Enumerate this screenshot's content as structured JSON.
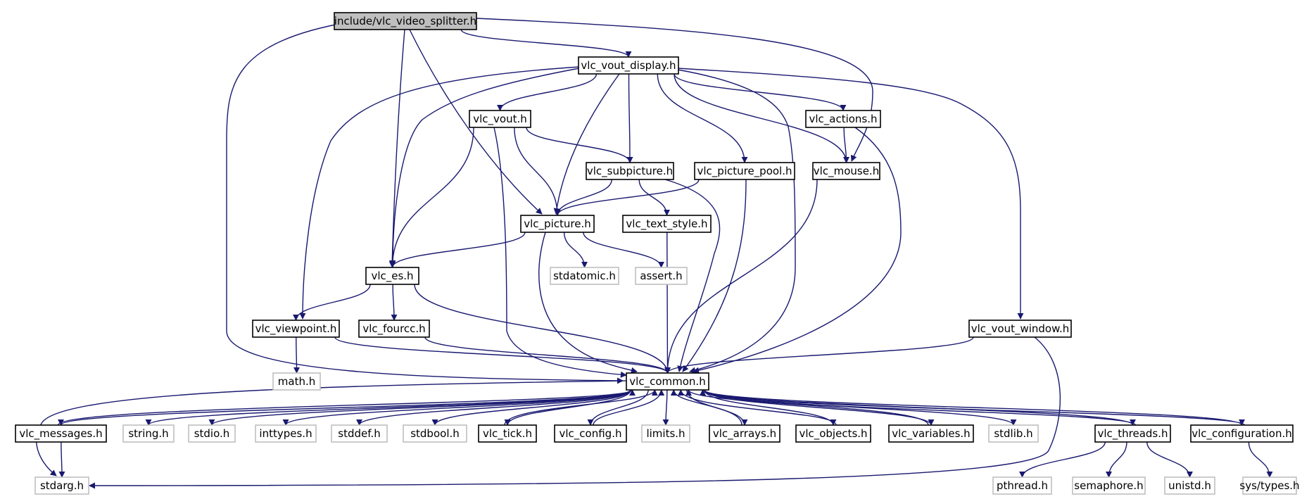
{
  "diagram_title": "",
  "colors": {
    "edge": "#191970",
    "root_fill": "#bfbfbf",
    "box_border": "#000000",
    "missing_border": "#bfbfbf"
  },
  "nodes": [
    {
      "id": "root",
      "label": "include/vlc_video_splitter.h",
      "kind": "root"
    },
    {
      "id": "vout_display",
      "label": "vlc_vout_display.h",
      "kind": "header"
    },
    {
      "id": "vout",
      "label": "vlc_vout.h",
      "kind": "header"
    },
    {
      "id": "actions",
      "label": "vlc_actions.h",
      "kind": "header"
    },
    {
      "id": "subpicture",
      "label": "vlc_subpicture.h",
      "kind": "header"
    },
    {
      "id": "picture_pool",
      "label": "vlc_picture_pool.h",
      "kind": "header"
    },
    {
      "id": "mouse",
      "label": "vlc_mouse.h",
      "kind": "header"
    },
    {
      "id": "picture",
      "label": "vlc_picture.h",
      "kind": "header"
    },
    {
      "id": "text_style",
      "label": "vlc_text_style.h",
      "kind": "header"
    },
    {
      "id": "es",
      "label": "vlc_es.h",
      "kind": "header"
    },
    {
      "id": "stdatomic",
      "label": "stdatomic.h",
      "kind": "system"
    },
    {
      "id": "assert",
      "label": "assert.h",
      "kind": "system"
    },
    {
      "id": "viewpoint",
      "label": "vlc_viewpoint.h",
      "kind": "header"
    },
    {
      "id": "fourcc",
      "label": "vlc_fourcc.h",
      "kind": "header"
    },
    {
      "id": "vout_window",
      "label": "vlc_vout_window.h",
      "kind": "header"
    },
    {
      "id": "math",
      "label": "math.h",
      "kind": "system"
    },
    {
      "id": "common",
      "label": "vlc_common.h",
      "kind": "header"
    },
    {
      "id": "messages",
      "label": "vlc_messages.h",
      "kind": "header"
    },
    {
      "id": "string",
      "label": "string.h",
      "kind": "system"
    },
    {
      "id": "stdio",
      "label": "stdio.h",
      "kind": "system"
    },
    {
      "id": "inttypes",
      "label": "inttypes.h",
      "kind": "system"
    },
    {
      "id": "stddef",
      "label": "stddef.h",
      "kind": "system"
    },
    {
      "id": "stdbool",
      "label": "stdbool.h",
      "kind": "system"
    },
    {
      "id": "tick",
      "label": "vlc_tick.h",
      "kind": "header"
    },
    {
      "id": "config",
      "label": "vlc_config.h",
      "kind": "header"
    },
    {
      "id": "limits",
      "label": "limits.h",
      "kind": "system"
    },
    {
      "id": "arrays",
      "label": "vlc_arrays.h",
      "kind": "header"
    },
    {
      "id": "objects",
      "label": "vlc_objects.h",
      "kind": "header"
    },
    {
      "id": "variables",
      "label": "vlc_variables.h",
      "kind": "header"
    },
    {
      "id": "stdlib",
      "label": "stdlib.h",
      "kind": "system"
    },
    {
      "id": "threads",
      "label": "vlc_threads.h",
      "kind": "header"
    },
    {
      "id": "configuration",
      "label": "vlc_configuration.h",
      "kind": "header"
    },
    {
      "id": "stdarg",
      "label": "stdarg.h",
      "kind": "system"
    },
    {
      "id": "pthread",
      "label": "pthread.h",
      "kind": "system"
    },
    {
      "id": "semaphore",
      "label": "semaphore.h",
      "kind": "system"
    },
    {
      "id": "unistd",
      "label": "unistd.h",
      "kind": "system"
    },
    {
      "id": "systypes",
      "label": "sys/types.h",
      "kind": "system"
    }
  ],
  "edges": [
    {
      "from": "root",
      "to": "vout_display"
    },
    {
      "from": "root",
      "to": "mouse"
    },
    {
      "from": "root",
      "to": "es"
    },
    {
      "from": "root",
      "to": "picture"
    },
    {
      "from": "root",
      "to": "common"
    },
    {
      "from": "vout_display",
      "to": "vout"
    },
    {
      "from": "vout_display",
      "to": "actions"
    },
    {
      "from": "vout_display",
      "to": "subpicture"
    },
    {
      "from": "vout_display",
      "to": "picture_pool"
    },
    {
      "from": "vout_display",
      "to": "mouse"
    },
    {
      "from": "vout_display",
      "to": "picture"
    },
    {
      "from": "vout_display",
      "to": "es"
    },
    {
      "from": "vout_display",
      "to": "viewpoint"
    },
    {
      "from": "vout_display",
      "to": "vout_window"
    },
    {
      "from": "vout_display",
      "to": "common"
    },
    {
      "from": "vout",
      "to": "subpicture"
    },
    {
      "from": "vout",
      "to": "picture"
    },
    {
      "from": "vout",
      "to": "es"
    },
    {
      "from": "vout",
      "to": "common"
    },
    {
      "from": "actions",
      "to": "mouse"
    },
    {
      "from": "actions",
      "to": "common"
    },
    {
      "from": "subpicture",
      "to": "picture"
    },
    {
      "from": "subpicture",
      "to": "text_style"
    },
    {
      "from": "subpicture",
      "to": "common"
    },
    {
      "from": "picture_pool",
      "to": "picture"
    },
    {
      "from": "picture_pool",
      "to": "common"
    },
    {
      "from": "mouse",
      "to": "common"
    },
    {
      "from": "picture",
      "to": "es"
    },
    {
      "from": "picture",
      "to": "stdatomic"
    },
    {
      "from": "picture",
      "to": "assert"
    },
    {
      "from": "picture",
      "to": "common"
    },
    {
      "from": "text_style",
      "to": "common"
    },
    {
      "from": "es",
      "to": "viewpoint"
    },
    {
      "from": "es",
      "to": "fourcc"
    },
    {
      "from": "es",
      "to": "common"
    },
    {
      "from": "viewpoint",
      "to": "math"
    },
    {
      "from": "viewpoint",
      "to": "common"
    },
    {
      "from": "fourcc",
      "to": "common"
    },
    {
      "from": "vout_window",
      "to": "common"
    },
    {
      "from": "vout_window",
      "to": "stdarg"
    },
    {
      "from": "common",
      "to": "messages"
    },
    {
      "from": "common",
      "to": "string"
    },
    {
      "from": "common",
      "to": "stdio"
    },
    {
      "from": "common",
      "to": "inttypes"
    },
    {
      "from": "common",
      "to": "stddef"
    },
    {
      "from": "common",
      "to": "stdbool"
    },
    {
      "from": "common",
      "to": "tick"
    },
    {
      "from": "common",
      "to": "config"
    },
    {
      "from": "common",
      "to": "limits"
    },
    {
      "from": "common",
      "to": "arrays"
    },
    {
      "from": "common",
      "to": "objects"
    },
    {
      "from": "common",
      "to": "variables"
    },
    {
      "from": "common",
      "to": "stdlib"
    },
    {
      "from": "common",
      "to": "threads"
    },
    {
      "from": "common",
      "to": "configuration"
    },
    {
      "from": "common",
      "to": "stdarg"
    },
    {
      "from": "messages",
      "to": "common"
    },
    {
      "from": "messages",
      "to": "stdarg"
    },
    {
      "from": "tick",
      "to": "common"
    },
    {
      "from": "config",
      "to": "common"
    },
    {
      "from": "arrays",
      "to": "common"
    },
    {
      "from": "objects",
      "to": "common"
    },
    {
      "from": "variables",
      "to": "common"
    },
    {
      "from": "threads",
      "to": "common"
    },
    {
      "from": "threads",
      "to": "pthread"
    },
    {
      "from": "threads",
      "to": "semaphore"
    },
    {
      "from": "threads",
      "to": "unistd"
    },
    {
      "from": "configuration",
      "to": "common"
    },
    {
      "from": "configuration",
      "to": "systypes"
    }
  ]
}
